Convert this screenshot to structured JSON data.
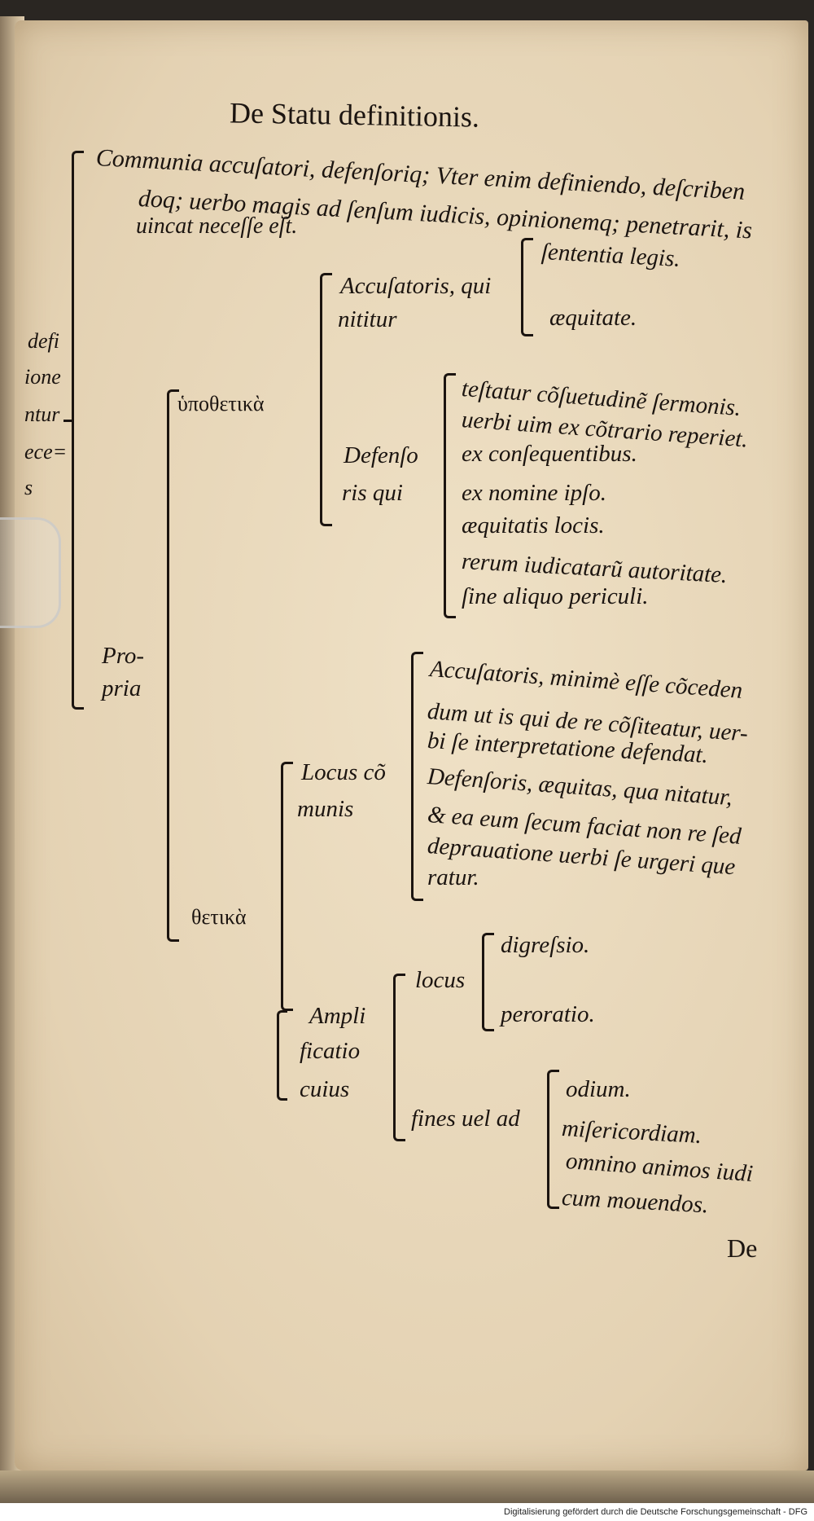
{
  "title": "De Statu definitionis.",
  "intro": [
    "Communia accuſatori, defenſoriq; Vter enim definiendo, deſcriben",
    "doq; uerbo magis ad ſenſum iudicis, opinionemq; penetrarit, is",
    "uincat neceſſe eſt."
  ],
  "margin_left": [
    "defi",
    "ione",
    "ntur",
    "ece=",
    "s"
  ],
  "tree": {
    "propria": [
      "Pro-",
      "pria"
    ],
    "hypothetike": "ὑποθετικὰ",
    "accusatoris": [
      "Accuſatoris, qui",
      "nititur"
    ],
    "accusatoris_items": [
      "ſententia legis.",
      "æquitate."
    ],
    "defensoris": [
      "Defenſo",
      "ris qui"
    ],
    "defensoris_items": [
      "teſtatur cõſuetudinẽ ſermonis.",
      "uerbi uim ex cõtrario reperiet.",
      "ex conſequentibus.",
      "ex nomine ipſo.",
      "æquitatis locis.",
      "rerum iudicatarũ autoritate.",
      "ſine aliquo periculi."
    ],
    "thetike": "θετικὰ",
    "locus_communis": [
      "Locus cõ",
      "munis"
    ],
    "locus_communis_text": [
      "Accuſatoris, minimè eſſe cõceden",
      "dum ut is qui de re cõſiteatur, uer-",
      "bi ſe interpretatione defendat.",
      "Defenſoris, æquitas, qua nitatur,",
      "& ea eum ſecum faciat non re ſed",
      "deprauatione uerbi ſe urgeri que",
      "ratur."
    ],
    "amplificatio": [
      "Ampli",
      "ficatio",
      "cuius"
    ],
    "locus": "locus",
    "locus_items": [
      "digreſsio.",
      "peroratio."
    ],
    "fines": "fines uel ad",
    "fines_items": [
      "odium.",
      "miſericordiam.",
      "omnino animos iudi",
      "cum mouendos."
    ]
  },
  "catchword": "De",
  "footer": "Digitalisierung gefördert durch die Deutsche Forschungsgemeinschaft - DFG"
}
